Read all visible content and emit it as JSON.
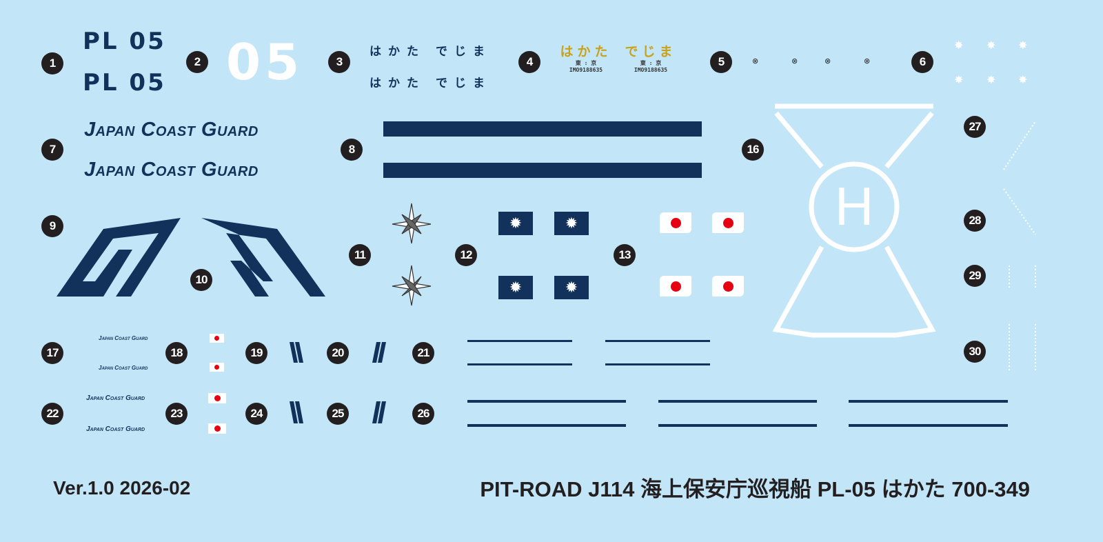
{
  "badges": [
    "1",
    "2",
    "3",
    "4",
    "5",
    "6",
    "7",
    "8",
    "9",
    "10",
    "11",
    "12",
    "13",
    "16",
    "17",
    "18",
    "19",
    "20",
    "21",
    "22",
    "23",
    "24",
    "25",
    "26",
    "27",
    "28",
    "29",
    "30"
  ],
  "hull_number": {
    "pl_label": "PL 05",
    "large_number": "05"
  },
  "ship_names": {
    "hakata": "はかた",
    "dejima": "でじま"
  },
  "port": {
    "left": "東",
    "right": "京",
    "imo": "IMO9188635"
  },
  "jcg_text": "Japan Coast Guard",
  "footer": {
    "version": "Ver.1.0 2026-02",
    "title": "PIT-ROAD J114 海上保安庁巡視船 PL-05 はかた 700-349"
  },
  "helipad_letter": "H",
  "colors": {
    "background": "#c2e5f7",
    "navy": "#12325c",
    "gold": "#c9a21a",
    "red": "#e60012",
    "badge": "#231f20"
  }
}
